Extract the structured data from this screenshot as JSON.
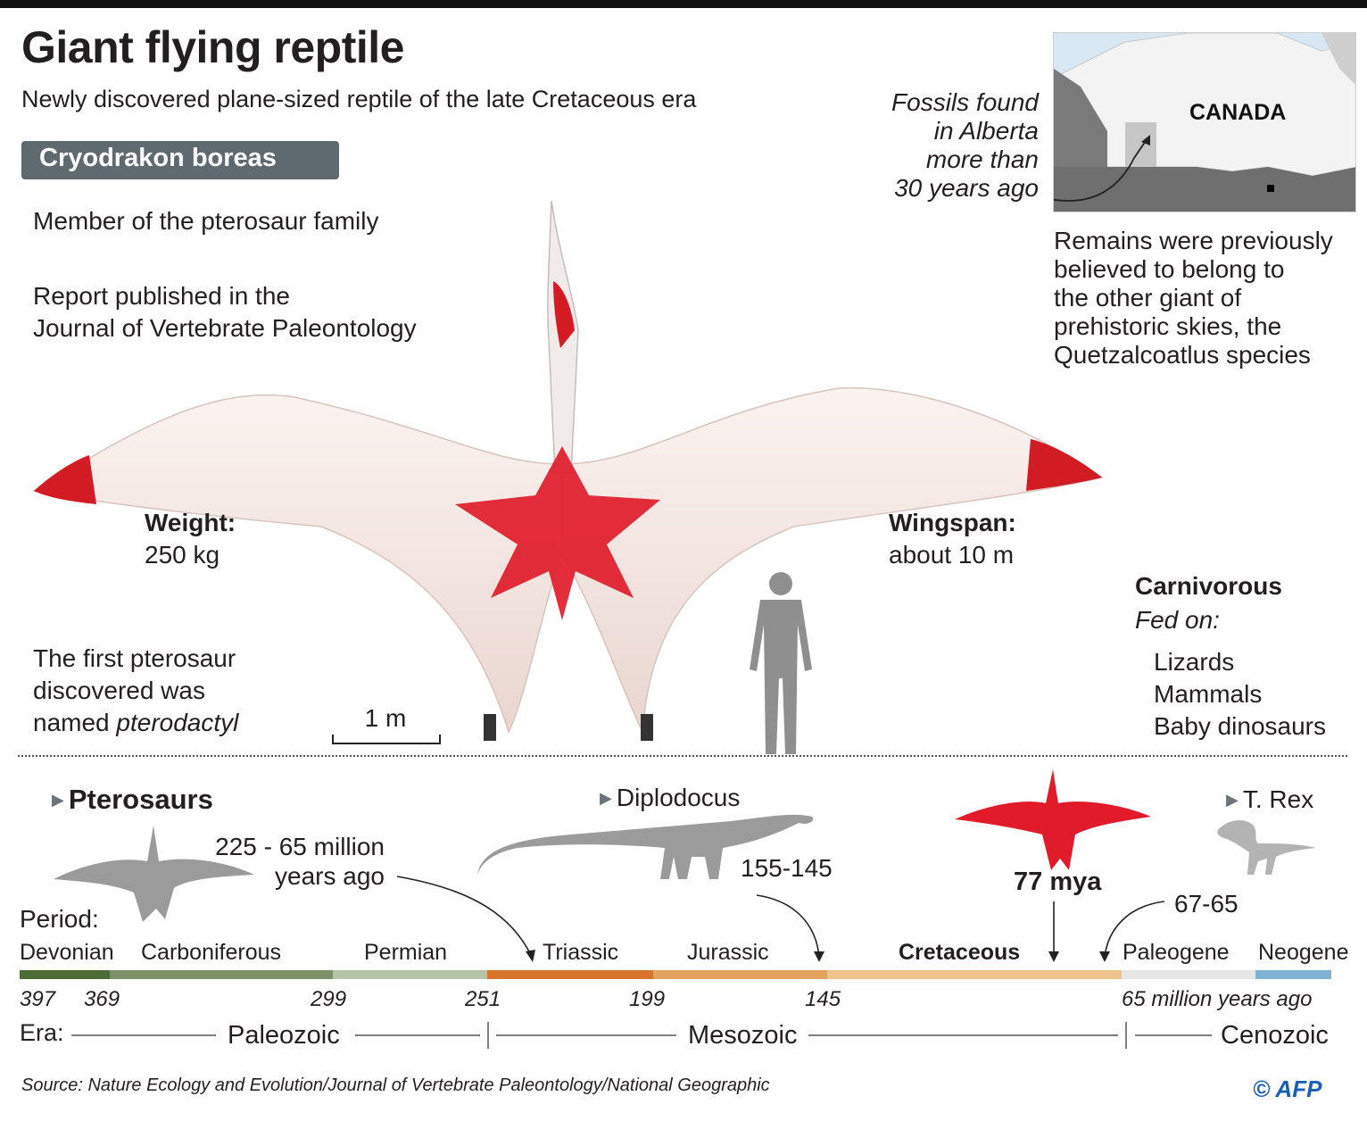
{
  "title": "Giant flying reptile",
  "subtitle": "Newly discovered plane-sized reptile of the late Cretaceous era",
  "species_name": "Cryodrakon boreas",
  "facts": {
    "family": "Member of the pterosaur family",
    "report_line1": "Report published in the",
    "report_line2": "Journal of Vertebrate Paleontology",
    "weight_label": "Weight:",
    "weight_value": "250 kg",
    "wingspan_label": "Wingspan:",
    "wingspan_value": "about 10 m",
    "first_line1": "The first pterosaur",
    "first_line2": "discovered was",
    "first_line3_prefix": "named ",
    "first_line3_italic": "pterodactyl",
    "scale_label": "1 m"
  },
  "map": {
    "country": "CANADA",
    "caption_lines": [
      "Fossils found",
      "in Alberta",
      "more than",
      "30 years ago"
    ]
  },
  "remains_lines": [
    "Remains were previously",
    "believed to belong to",
    "the other giant of",
    "prehistoric skies, the",
    "Quetzalcoatlus species"
  ],
  "diet": {
    "heading": "Carnivorous",
    "subheading": "Fed on:",
    "items": [
      "Lizards",
      "Mammals",
      "Baby dinosaurs"
    ]
  },
  "timeline": {
    "pterosaurs_label": "Pterosaurs",
    "pterosaurs_range_line1": "225 - 65 million",
    "pterosaurs_range_line2": "years ago",
    "diplodocus_label": "Diplodocus",
    "diplodocus_range": "155-145",
    "cryodrakon_date": "77 mya",
    "trex_label": "T. Rex",
    "trex_range": "67-65",
    "period_label": "Period:",
    "era_label": "Era:",
    "periods": [
      {
        "name": "Devonian",
        "color": "#4d6b34"
      },
      {
        "name": "Carboniferous",
        "color": "#7d9169"
      },
      {
        "name": "Permian",
        "color": "#b4c4a6"
      },
      {
        "name": "Triassic",
        "color": "#d9742c"
      },
      {
        "name": "Jurassic",
        "color": "#e3a35e"
      },
      {
        "name": "Cretaceous",
        "color": "#efc38c"
      },
      {
        "name": "Paleogene",
        "color": "#e6e6e6"
      },
      {
        "name": "Neogene",
        "color": "#7fb2d4"
      }
    ],
    "year_ticks": [
      "397",
      "369",
      "299",
      "251",
      "199",
      "145"
    ],
    "present_label": "65 million years ago",
    "eras": [
      "Paleozoic",
      "Mesozoic",
      "Cenozoic"
    ]
  },
  "source": "Source:  Nature Ecology and Evolution/Journal of Vertebrate Paleontology/National Geographic",
  "credit": "© AFP",
  "colors": {
    "accent_red": "#e11b2a",
    "silhouette_gray": "#9b9b9b",
    "label_bg": "#5f6a70"
  }
}
